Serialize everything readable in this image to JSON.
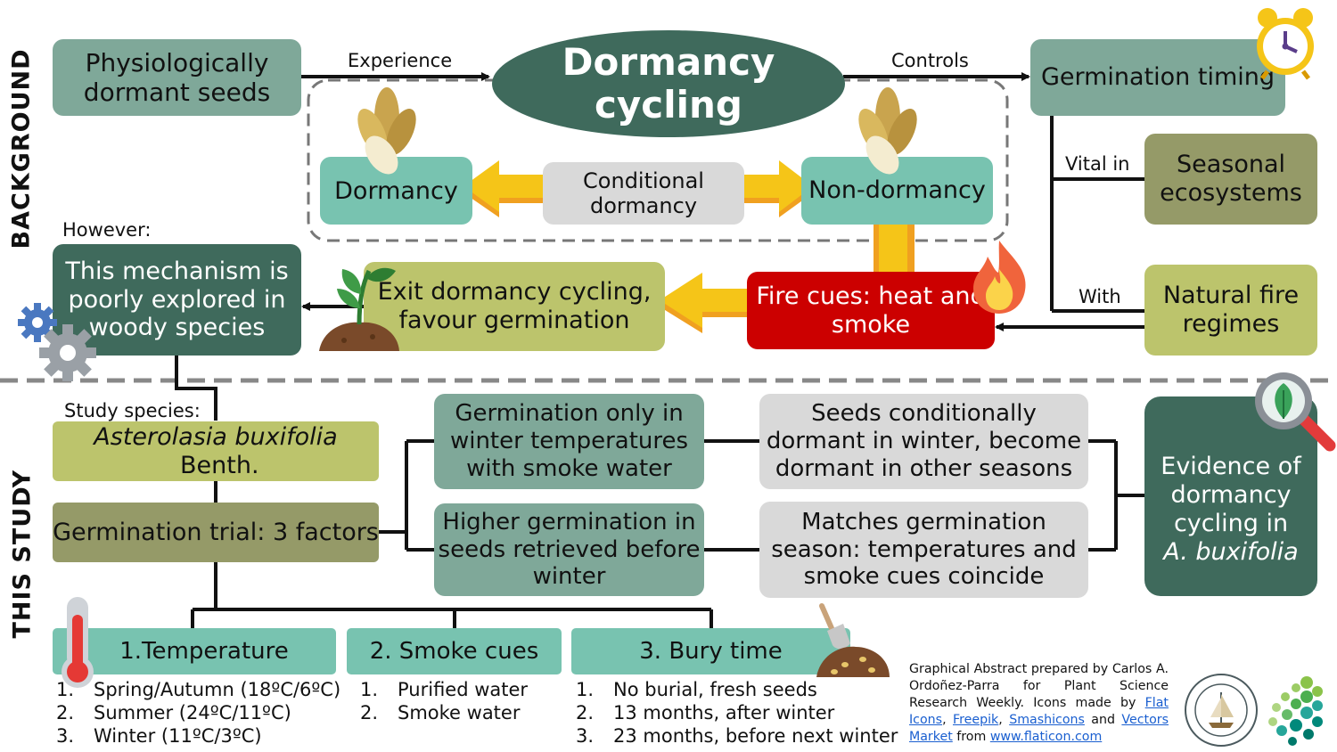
{
  "sections": {
    "background": "BACKGROUND",
    "study": "THIS STUDY"
  },
  "background": {
    "seeds": "Physiologically dormant seeds",
    "experience": "Experience",
    "cycling_line1": "Dormancy",
    "cycling_line2": "cycling",
    "controls": "Controls",
    "timing": "Germination timing",
    "dormancy": "Dormancy",
    "conditional": "Conditional dormancy",
    "nondormancy": "Non-dormancy",
    "vital_in": "Vital in",
    "seasonal": "Seasonal ecosystems",
    "with": "With",
    "fire_regimes": "Natural fire regimes",
    "fire_cues": "Fire cues: heat and smoke",
    "exit": "Exit dormancy cycling, favour germination",
    "however": "However:",
    "mechanism": "This mechanism is poorly explored in woody species"
  },
  "study": {
    "species_label": "Study species:",
    "species_italic": "Asterolasia buxifolia",
    "species_author": " Benth.",
    "trial": "Germination trial: 3 factors",
    "result1": "Germination only in winter temperatures with smoke water",
    "result2": "Higher germination in seeds retrieved before winter",
    "interp1": "Seeds conditionally dormant in winter, become dormant in other seasons",
    "interp2": "Matches germination season: temperatures and smoke cues coincide",
    "evidence_line": "Evidence of dormancy cycling in",
    "evidence_species": "A. buxifolia",
    "factors": [
      {
        "title": "1.Temperature",
        "items": [
          "Spring/Autumn (18ºC/6ºC)",
          "Summer (24ºC/11ºC)",
          "Winter (11ºC/3ºC)"
        ]
      },
      {
        "title": "2. Smoke cues",
        "items": [
          "Purified water",
          "Smoke water"
        ]
      },
      {
        "title": "3. Bury time",
        "items": [
          "No burial, fresh seeds",
          "13 months, after winter",
          "23 months, before next winter"
        ]
      }
    ],
    "numbers": [
      "1.",
      "2.",
      "3."
    ]
  },
  "credit": {
    "text1": "Graphical Abstract prepared by Carlos A. Ordoñez-Parra for Plant Science Research Weekly. Icons made by ",
    "link1": "Flat Icons",
    "sep1": ", ",
    "link2": "Freepik",
    "sep2": ", ",
    "link3": "Smashicons",
    "sep3": " and ",
    "link4": "Vectors Market",
    "text2": " from ",
    "link5": "www.flaticon.com"
  },
  "icons": [
    "alarm-clock-icon",
    "seed-icon",
    "fire-icon",
    "sprout-icon",
    "gears-icon",
    "magnifier-leaf-icon",
    "thermometer-icon",
    "soil-shovel-icon",
    "society-seal-icon",
    "dots-logo-icon"
  ],
  "colors": {
    "dark_green": "#3f6a5c",
    "teal": "#7fa899",
    "mint": "#78c3b0",
    "olive": "#959a68",
    "lime": "#bcc46c",
    "red": "#cc0000",
    "arrow_yellow": "#f5c518",
    "arrow_orange": "#f0a020"
  }
}
